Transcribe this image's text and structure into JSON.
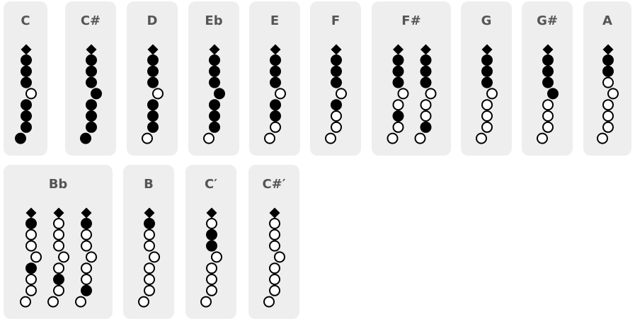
{
  "colors": {
    "card_background": "#eeeeee",
    "label_color": "#555555",
    "key_closed": "#000000",
    "key_open": "#ffffff",
    "key_outline": "#000000"
  },
  "icon_legend": {
    "diamond": "thumb-key-icon",
    "closed": "closed-hole-icon",
    "open": "open-hole-icon"
  },
  "fingerings": [
    {
      "note": "C",
      "variants": [
        [
          "closed",
          "closed",
          "closed",
          "open",
          "closed",
          "closed",
          "closed",
          "closed"
        ]
      ]
    },
    {
      "note": "C#",
      "variants": [
        [
          "closed",
          "closed",
          "closed",
          "closed",
          "closed",
          "closed",
          "closed",
          "closed"
        ]
      ]
    },
    {
      "note": "D",
      "variants": [
        [
          "closed",
          "closed",
          "closed",
          "open",
          "closed",
          "closed",
          "closed",
          "open"
        ]
      ]
    },
    {
      "note": "Eb",
      "variants": [
        [
          "closed",
          "closed",
          "closed",
          "closed",
          "closed",
          "closed",
          "closed",
          "open"
        ]
      ]
    },
    {
      "note": "E",
      "variants": [
        [
          "closed",
          "closed",
          "closed",
          "open",
          "closed",
          "closed",
          "open",
          "open"
        ]
      ]
    },
    {
      "note": "F",
      "variants": [
        [
          "closed",
          "closed",
          "closed",
          "open",
          "closed",
          "open",
          "open",
          "open"
        ]
      ]
    },
    {
      "note": "F#",
      "variants": [
        [
          "closed",
          "closed",
          "closed",
          "open",
          "open",
          "closed",
          "open",
          "open"
        ],
        [
          "closed",
          "closed",
          "closed",
          "open",
          "open",
          "open",
          "closed",
          "open"
        ]
      ]
    },
    {
      "note": "G",
      "variants": [
        [
          "closed",
          "closed",
          "closed",
          "open",
          "open",
          "open",
          "open",
          "open"
        ]
      ]
    },
    {
      "note": "G#",
      "variants": [
        [
          "closed",
          "closed",
          "closed",
          "closed",
          "open",
          "open",
          "open",
          "open"
        ]
      ]
    },
    {
      "note": "A",
      "variants": [
        [
          "closed",
          "closed",
          "open",
          "open",
          "open",
          "open",
          "open",
          "open"
        ]
      ]
    },
    {
      "note": "Bb",
      "variants": [
        [
          "closed",
          "open",
          "open",
          "open",
          "closed",
          "open",
          "open",
          "open"
        ],
        [
          "open",
          "open",
          "open",
          "open",
          "open",
          "closed",
          "open",
          "open"
        ],
        [
          "closed",
          "open",
          "open",
          "open",
          "open",
          "open",
          "closed",
          "open"
        ]
      ]
    },
    {
      "note": "B",
      "variants": [
        [
          "closed",
          "open",
          "open",
          "open",
          "open",
          "open",
          "open",
          "open"
        ]
      ]
    },
    {
      "note": "C′",
      "variants": [
        [
          "open",
          "closed",
          "closed",
          "open",
          "open",
          "open",
          "open",
          "open"
        ]
      ]
    },
    {
      "note": "C#′",
      "variants": [
        [
          "open",
          "open",
          "open",
          "open",
          "open",
          "open",
          "open",
          "open"
        ]
      ]
    }
  ]
}
